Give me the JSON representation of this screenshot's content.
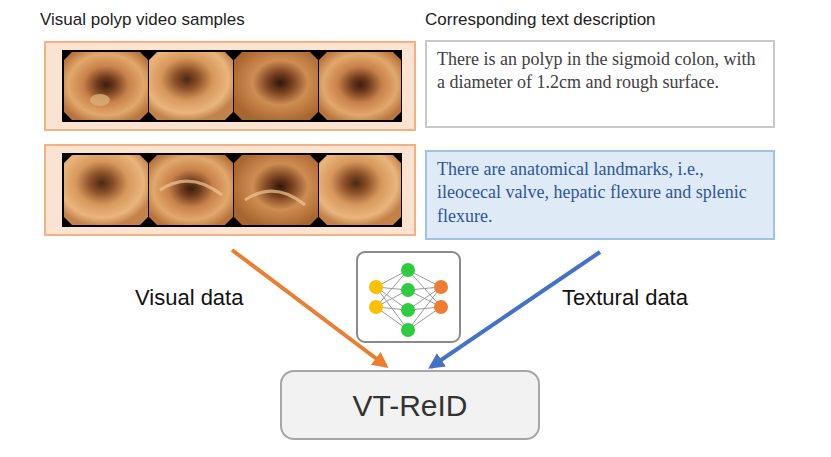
{
  "diagram": {
    "nodes": [
      {
        "text": [
          "There is an polyp in the sigmoid colon, with a diameter of 1.2cm and rough surface."
        ]
      },
      {
        "text": [
          "There are anatomical landmarks, i.e., ileocecal valve, hepatic flexure and splenic flexure."
        ]
      },
      {
        "text": [
          "VT-ReID"
        ]
      }
    ],
    "edges": [
      {
        "from": 1,
        "to": 2,
        "arrow": "to"
      }
    ],
    "labels": [
      "Visual polyp video samples",
      "Corresponding text description",
      "Visual data",
      "Textural data"
    ]
  }
}
